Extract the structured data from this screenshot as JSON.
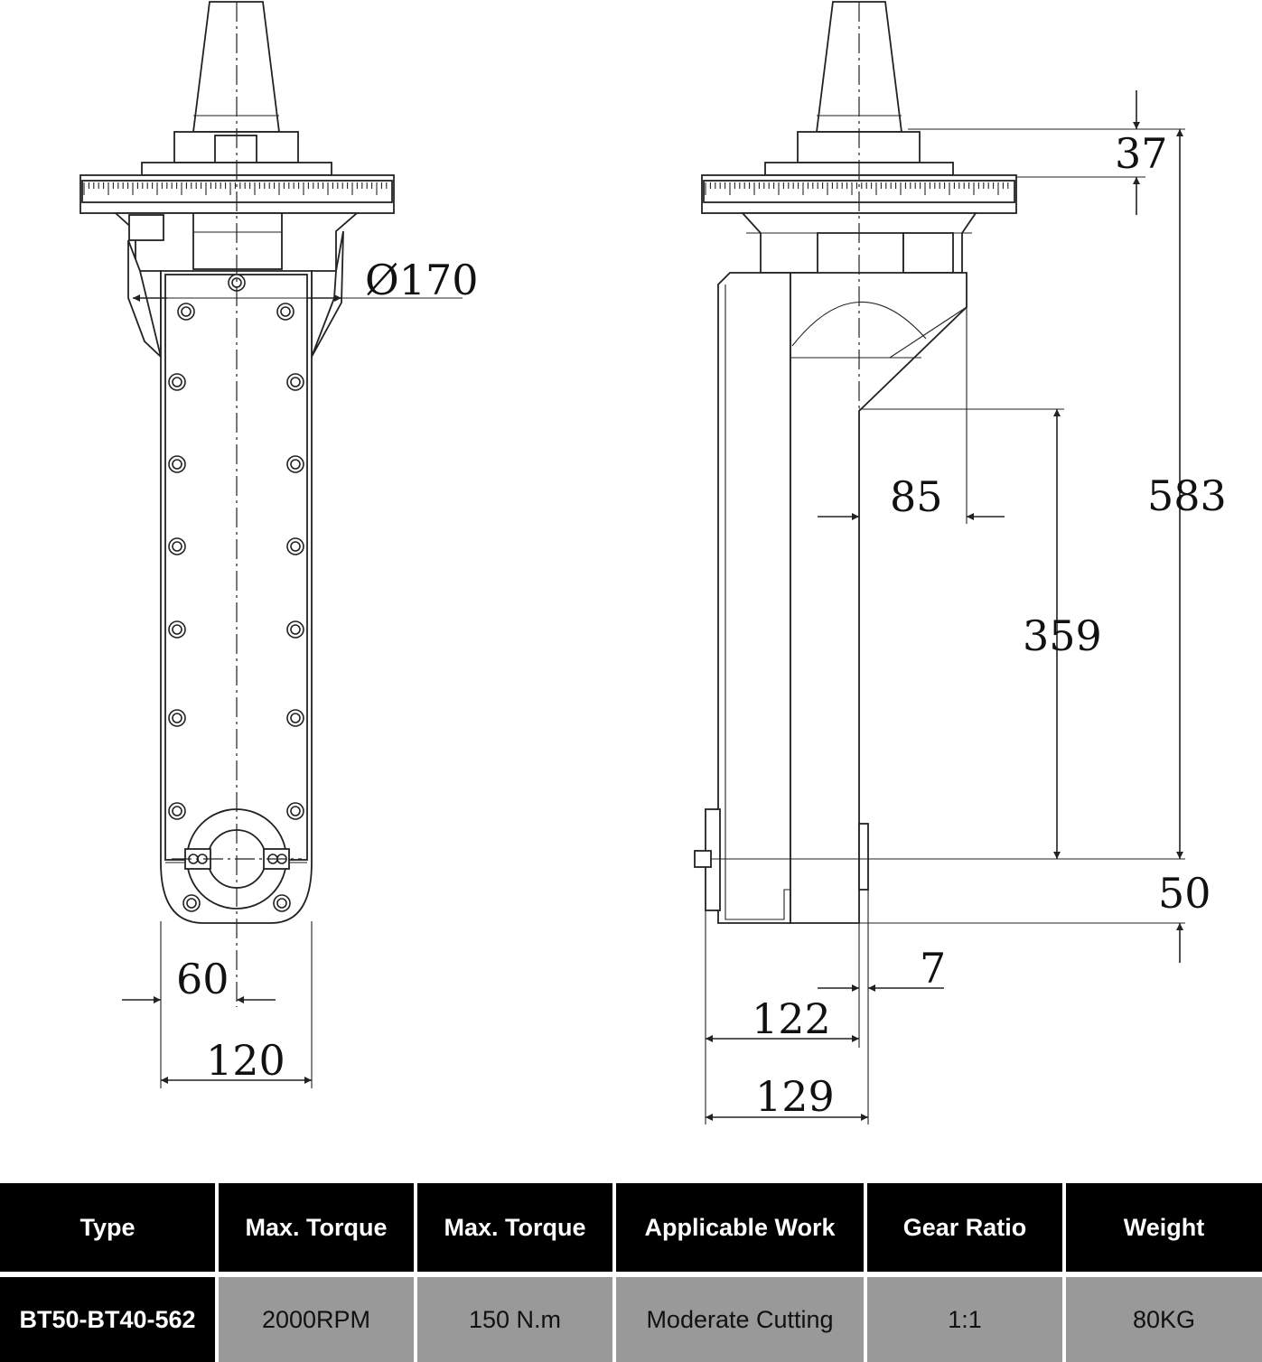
{
  "dimensions": {
    "diameter": "Ø170",
    "front_half_width": "60",
    "front_width": "120",
    "side_top_height": "37",
    "side_total_height": "583",
    "side_offset": "85",
    "side_inner_height": "359",
    "side_bottom_height": "50",
    "side_gap": "7",
    "side_width_inner": "122",
    "side_width_outer": "129"
  },
  "table": {
    "headers": [
      "Type",
      "Max. Torque",
      "Max. Torque",
      "Applicable Work",
      "Gear Ratio",
      "Weight"
    ],
    "rows": [
      [
        "BT50-BT40-562",
        "2000RPM",
        "150 N.m",
        "Moderate Cutting",
        "1:1",
        "80KG"
      ]
    ]
  },
  "colors": {
    "header_bg": "#000000",
    "header_text": "#ffffff",
    "cell_bg": "#999999",
    "line": "#222222"
  }
}
